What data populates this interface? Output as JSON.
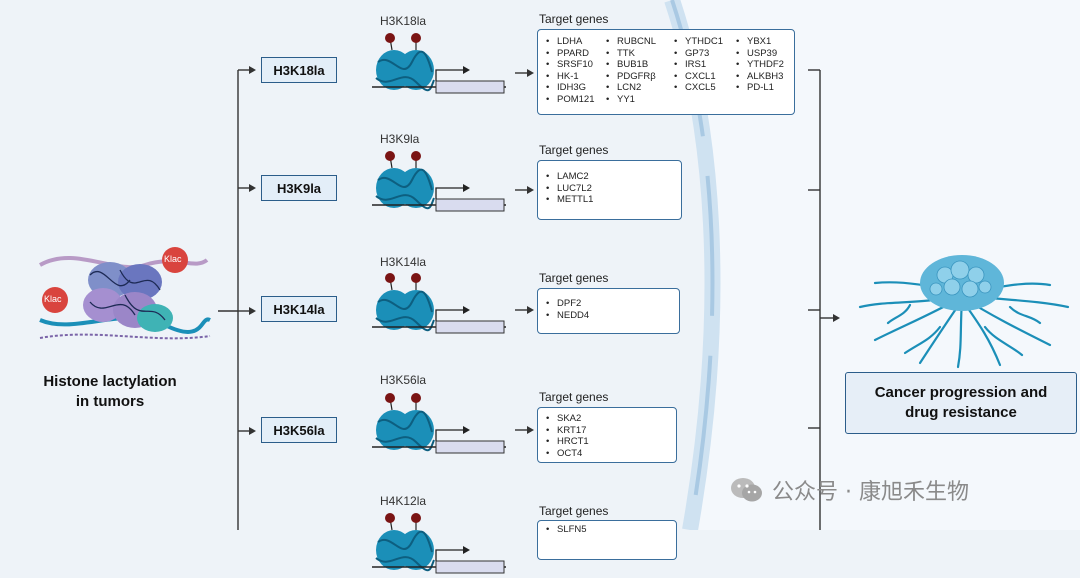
{
  "left_title": "Histone lactylation\nin tumors",
  "klac_label": "Klac",
  "outcome": "Cancer progression and\ndrug resistance",
  "watermark": "公众号 · 康旭禾生物",
  "target_genes_label": "Target genes",
  "rows": [
    {
      "mark": "H3K18la",
      "genes": [
        [
          "LDHA",
          "PPARD",
          "SRSF10",
          "HK-1",
          "IDH3G",
          "POM121"
        ],
        [
          "RUBCNL",
          "TTK",
          "BUB1B",
          "PDGFRβ",
          "LCN2",
          "YY1"
        ],
        [
          "YTHDC1",
          "GP73",
          "IRS1",
          "CXCL1",
          "CXCL5"
        ],
        [
          "YBX1",
          "USP39",
          "YTHDF2",
          "ALKBH3",
          "PD-L1"
        ]
      ]
    },
    {
      "mark": "H3K9la",
      "genes": [
        [
          "LAMC2",
          "LUC7L2",
          "METTL1"
        ]
      ]
    },
    {
      "mark": "H3K14la",
      "genes": [
        [
          "DPF2",
          "NEDD4"
        ]
      ]
    },
    {
      "mark": "H3K56la",
      "genes": [
        [
          "SKA2",
          "KRT17",
          "HRCT1",
          "OCT4"
        ]
      ]
    },
    {
      "mark": "H4K12la",
      "genes": [
        [
          "SLFN5"
        ]
      ]
    }
  ],
  "colors": {
    "nucleosome": "#1b8fb8",
    "nucleosome_dark": "#0d5f80",
    "lactyl": "#7a1414",
    "box_border": "#2b5d8a",
    "arrow": "#333333",
    "cell_membrane": "#cfe2f1"
  }
}
